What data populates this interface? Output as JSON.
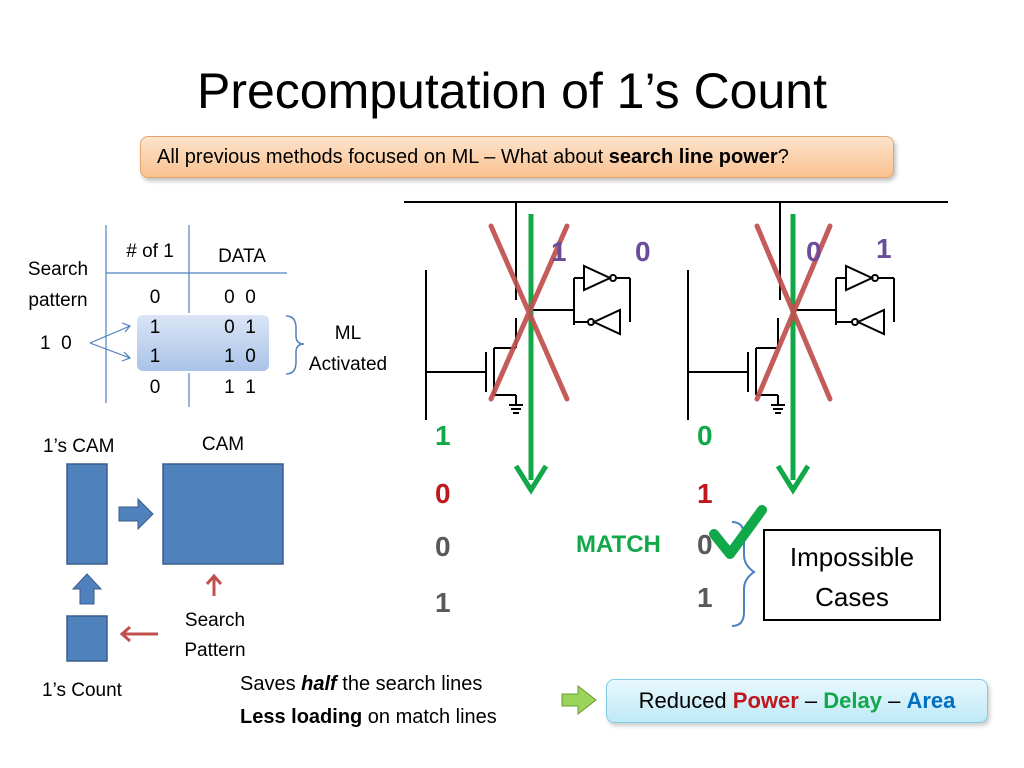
{
  "title": "Precomputation of 1’s Count",
  "callout": {
    "prefix": "All previous methods focused on ML – What about ",
    "bold": "search line power",
    "suffix": "?"
  },
  "table": {
    "header_count": "# of 1",
    "header_data": "DATA",
    "rows": [
      {
        "count": "0",
        "data": "0  0"
      },
      {
        "count": "1",
        "data": "0  1"
      },
      {
        "count": "1",
        "data": "1  0"
      },
      {
        "count": "0",
        "data": "1  1"
      }
    ],
    "search_label_1": "Search",
    "search_label_2": "pattern",
    "search_value": "1  0",
    "ml_label_1": "ML",
    "ml_label_2": "Activated"
  },
  "block": {
    "ones_cam": "1’s CAM",
    "cam": "CAM",
    "search_1": "Search",
    "search_2": "Pattern",
    "ones_count": "1’s Count"
  },
  "cell_left": {
    "bit_left": "1",
    "bit_right": "0",
    "col": [
      "1",
      "0",
      "0",
      "1"
    ]
  },
  "cell_right": {
    "bit_left": "0",
    "bit_right": "1",
    "col": [
      "0",
      "1",
      "0",
      "1"
    ]
  },
  "match_label": "MATCH",
  "impossible": {
    "line1": "Impossible",
    "line2": "Cases"
  },
  "savings": {
    "line1_a": "Saves ",
    "line1_b": "half",
    "line1_c": " the search lines",
    "line2_a": "Less loading",
    "line2_b": " on match lines"
  },
  "reduced": {
    "prefix": "Reduced ",
    "power": "Power",
    "dash1": " – ",
    "delay": "Delay",
    "dash2": " – ",
    "area": "Area"
  },
  "colors": {
    "green": "#11a84a",
    "red": "#c0171e",
    "gray": "#595959",
    "purple": "#6b4c9a",
    "blue_box": "#4f81bd",
    "cross": "#c0504d"
  }
}
